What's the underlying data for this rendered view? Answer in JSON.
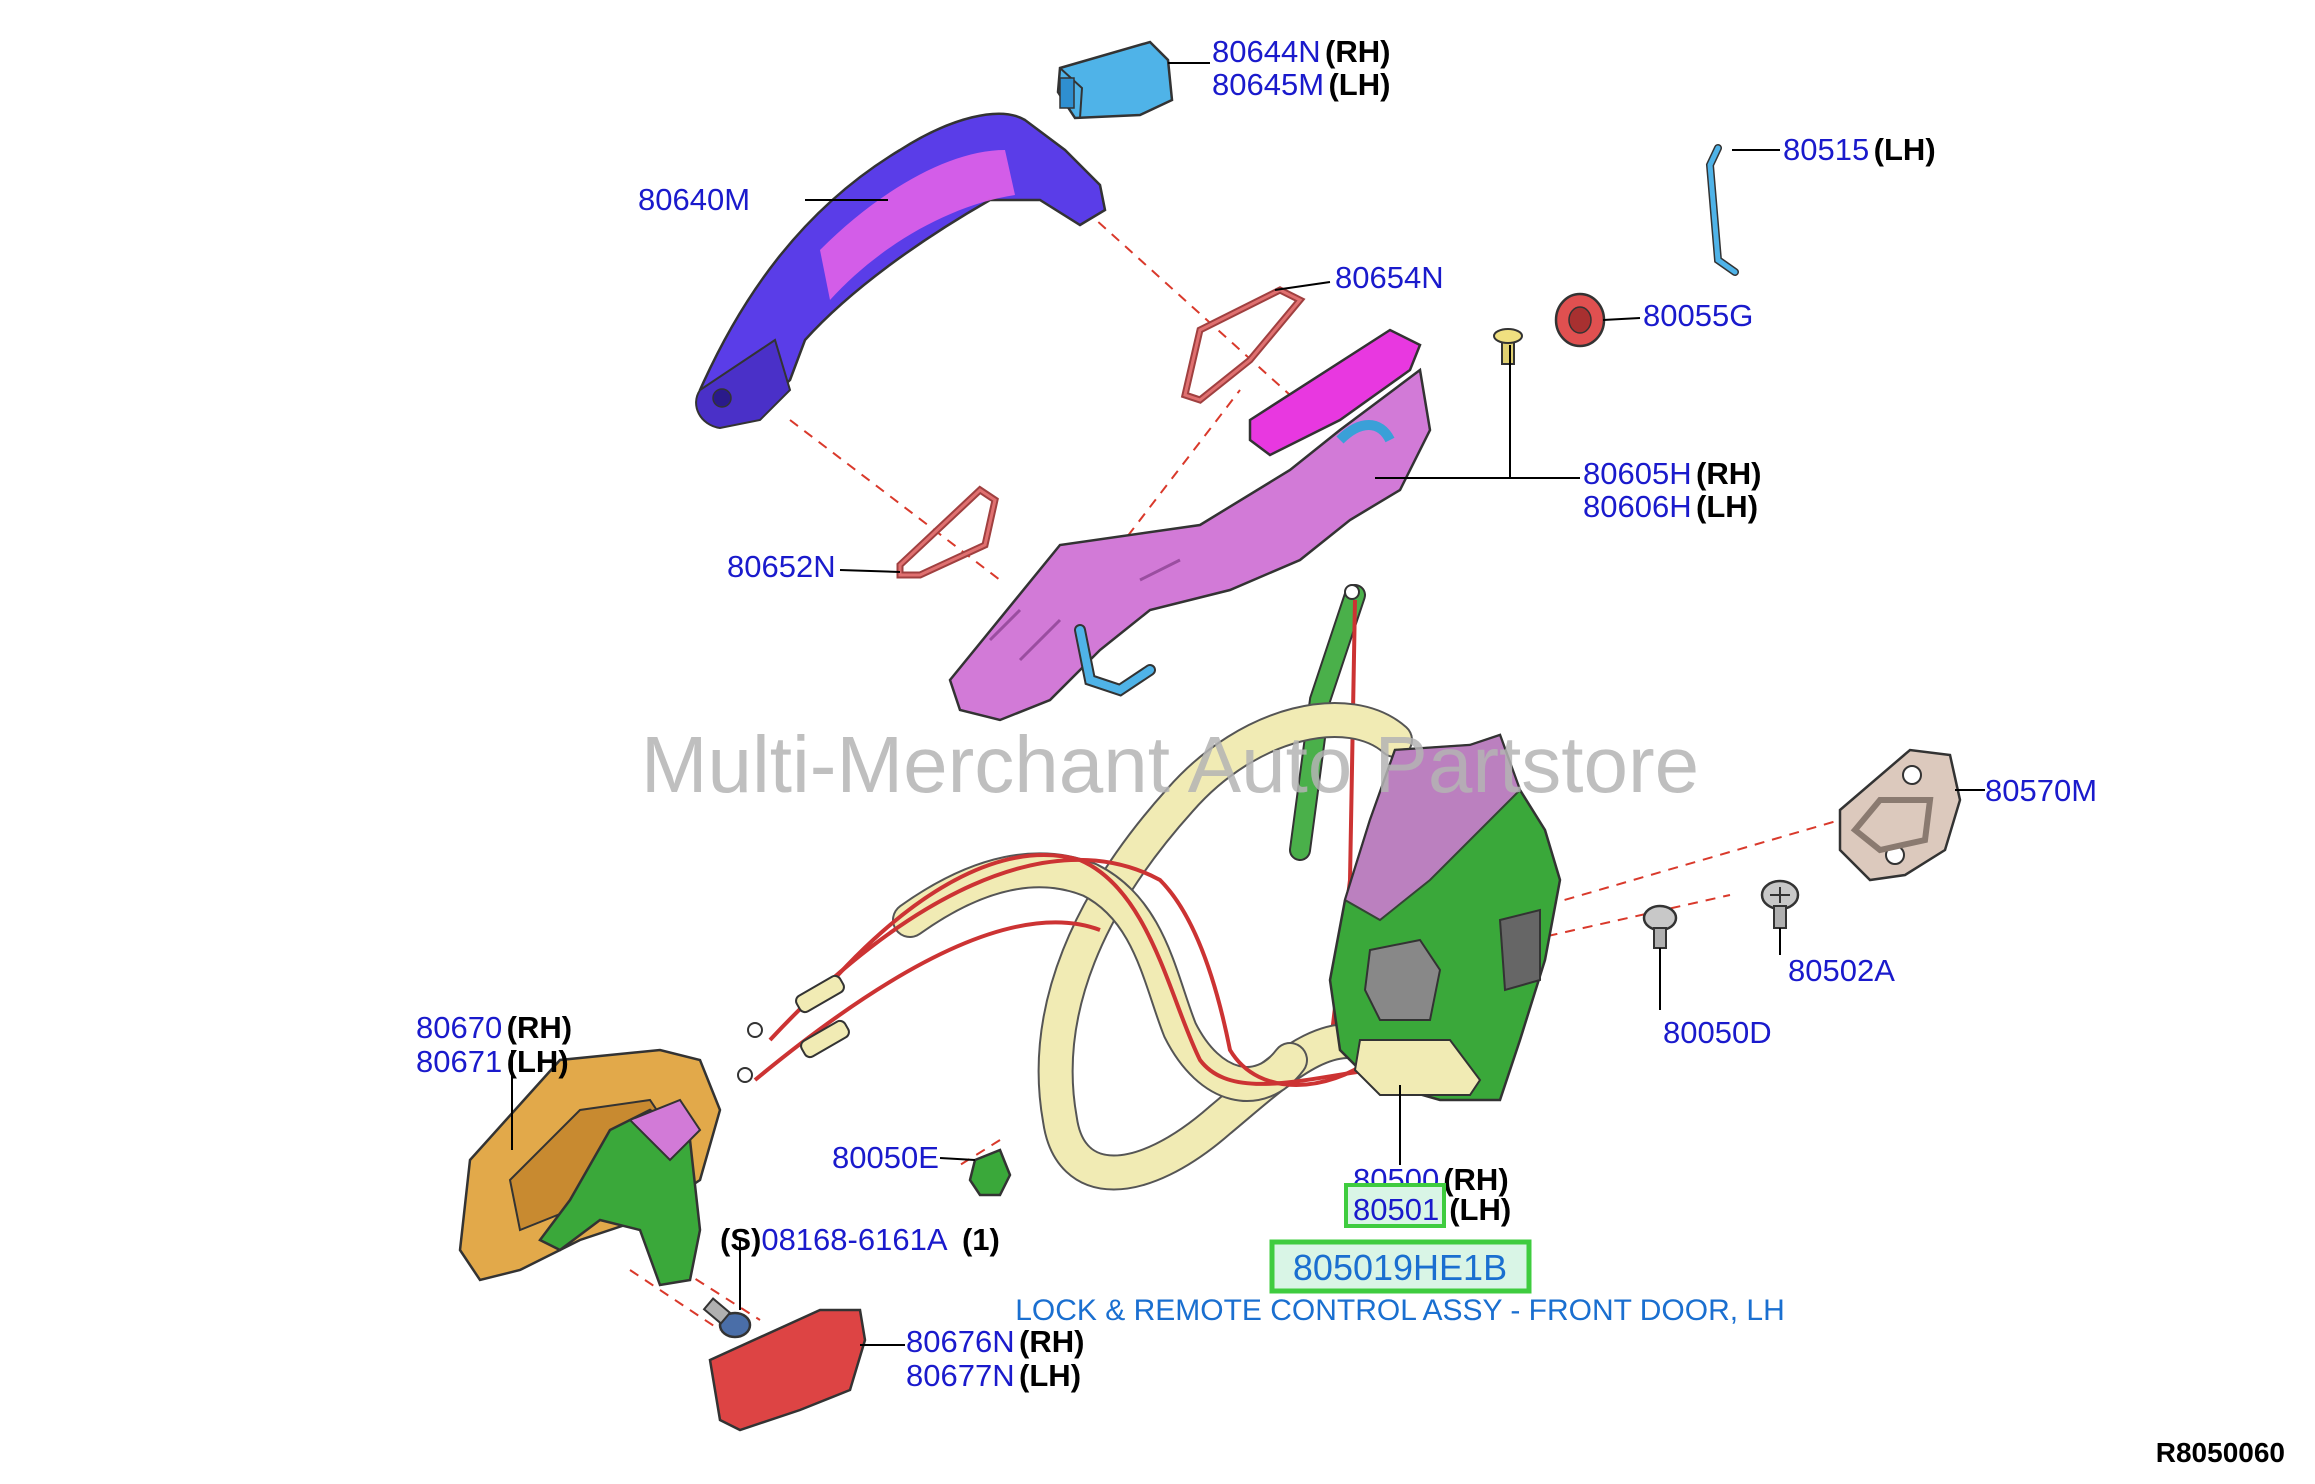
{
  "watermark": "Multi-Merchant Auto Partstore",
  "diagram_code": "R8050060",
  "highlight": {
    "part_number": "805019HE1B",
    "description": "LOCK & REMOTE CONTROL ASSY - FRONT DOOR, LH"
  },
  "callouts": {
    "c80644N": {
      "num": "80644N",
      "side": "(RH)"
    },
    "c80645M": {
      "num": "80645M",
      "side": "(LH)"
    },
    "c80640M": {
      "num": "80640M"
    },
    "c80515": {
      "num": "80515",
      "side": "(LH)"
    },
    "c80654N": {
      "num": "80654N"
    },
    "c80055G": {
      "num": "80055G"
    },
    "c80605H": {
      "num": "80605H",
      "side": "(RH)"
    },
    "c80606H": {
      "num": "80606H",
      "side": "(LH)"
    },
    "c80652N": {
      "num": "80652N"
    },
    "c80570M": {
      "num": "80570M"
    },
    "c80502A": {
      "num": "80502A"
    },
    "c80050D": {
      "num": "80050D"
    },
    "c80670": {
      "num": "80670",
      "side": "(RH)"
    },
    "c80671": {
      "num": "80671",
      "side": "(LH)"
    },
    "c80050E": {
      "num": "80050E"
    },
    "c80500": {
      "num": "80500",
      "side": "(RH)"
    },
    "c80501": {
      "num": "80501",
      "side": "(LH)"
    },
    "c08168": {
      "prefix": "(S)",
      "num": "08168-6161A",
      "qty": "(1)"
    },
    "c80676N": {
      "num": "80676N",
      "side": "(RH)"
    },
    "c80677N": {
      "num": "80677N",
      "side": "(LH)"
    }
  },
  "colors": {
    "callout_text": "#1a1acc",
    "highlight_border": "#3fcc3f",
    "highlight_fill": "#d9f5e6",
    "highlight_text": "#1a6fd0",
    "handle": "#5a3de8",
    "handle_accent": "#e060e8",
    "escutcheon": "#4fb3e8",
    "base": "#d27ad7",
    "inner_handle": "#e2a94a",
    "latch": "#3aa83a",
    "cable_sheath": "#f1ebb4",
    "cable": "#cc3333",
    "striker": "#dcc9bd",
    "cover": "#dd4444",
    "leader_dash": "#d9392b"
  }
}
